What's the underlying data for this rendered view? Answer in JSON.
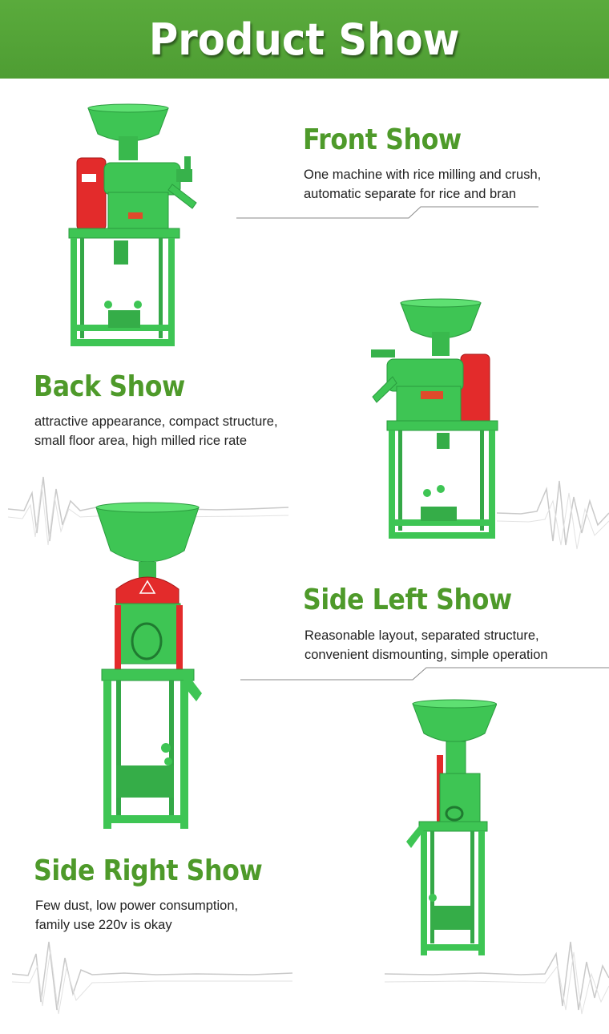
{
  "header": {
    "title": "Product Show"
  },
  "sections": [
    {
      "title": "Front Show",
      "lines": [
        "One machine with rice milling and crush,",
        "automatic separate for rice and bran"
      ]
    },
    {
      "title": "Back Show",
      "lines": [
        "attractive appearance, compact structure,",
        "small floor area, high milled rice rate"
      ]
    },
    {
      "title": "Side Left Show",
      "lines": [
        "Reasonable layout, separated structure,",
        "convenient dismounting, simple operation"
      ]
    },
    {
      "title": "Side Right Show",
      "lines": [
        "Few dust, low power consumption,",
        "family use 220v is okay"
      ]
    }
  ],
  "colors": {
    "banner": "#55a439",
    "title_green": "#4e9a2a",
    "machine_green": "#3ec554",
    "motor_red": "#e32b2b"
  }
}
